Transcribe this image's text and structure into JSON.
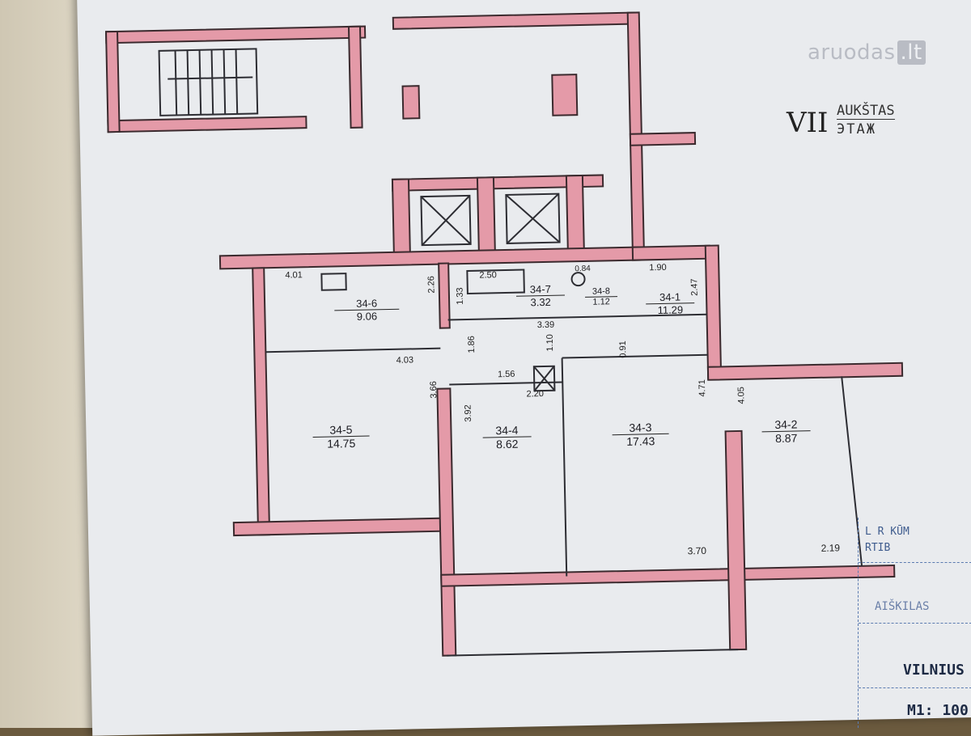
{
  "watermark": {
    "brand": "aruodas",
    "tld": ".lt"
  },
  "floor": {
    "roman": "VII",
    "label_lt": "AUKŠTAS",
    "label_ru": "ЭТАЖ"
  },
  "rooms": [
    {
      "id": "34-6",
      "area": "9.06"
    },
    {
      "id": "34-7",
      "area": "3.32"
    },
    {
      "id": "34-8",
      "area": "1.12"
    },
    {
      "id": "34-1",
      "area": "11.29"
    },
    {
      "id": "34-5",
      "area": "14.75"
    },
    {
      "id": "34-4",
      "area": "8.62"
    },
    {
      "id": "34-3",
      "area": "17.43"
    },
    {
      "id": "34-2",
      "area": "8.87"
    }
  ],
  "dimensions": [
    "4.01",
    "2.26",
    "2.50",
    "1.33",
    "0.84",
    "1.90",
    "2.47",
    "3.39",
    "1.86",
    "1.10",
    "0.91",
    "4.03",
    "3.66",
    "1.56",
    "2.20",
    "3.92",
    "4.71",
    "4.05",
    "3.70",
    "2.19"
  ],
  "stamp": {
    "r1": "L   R KŪM",
    "r2": "RTIB",
    "r3": "AIŠKILAS",
    "r4": "VILNIUS",
    "r5": "M1: 100"
  }
}
